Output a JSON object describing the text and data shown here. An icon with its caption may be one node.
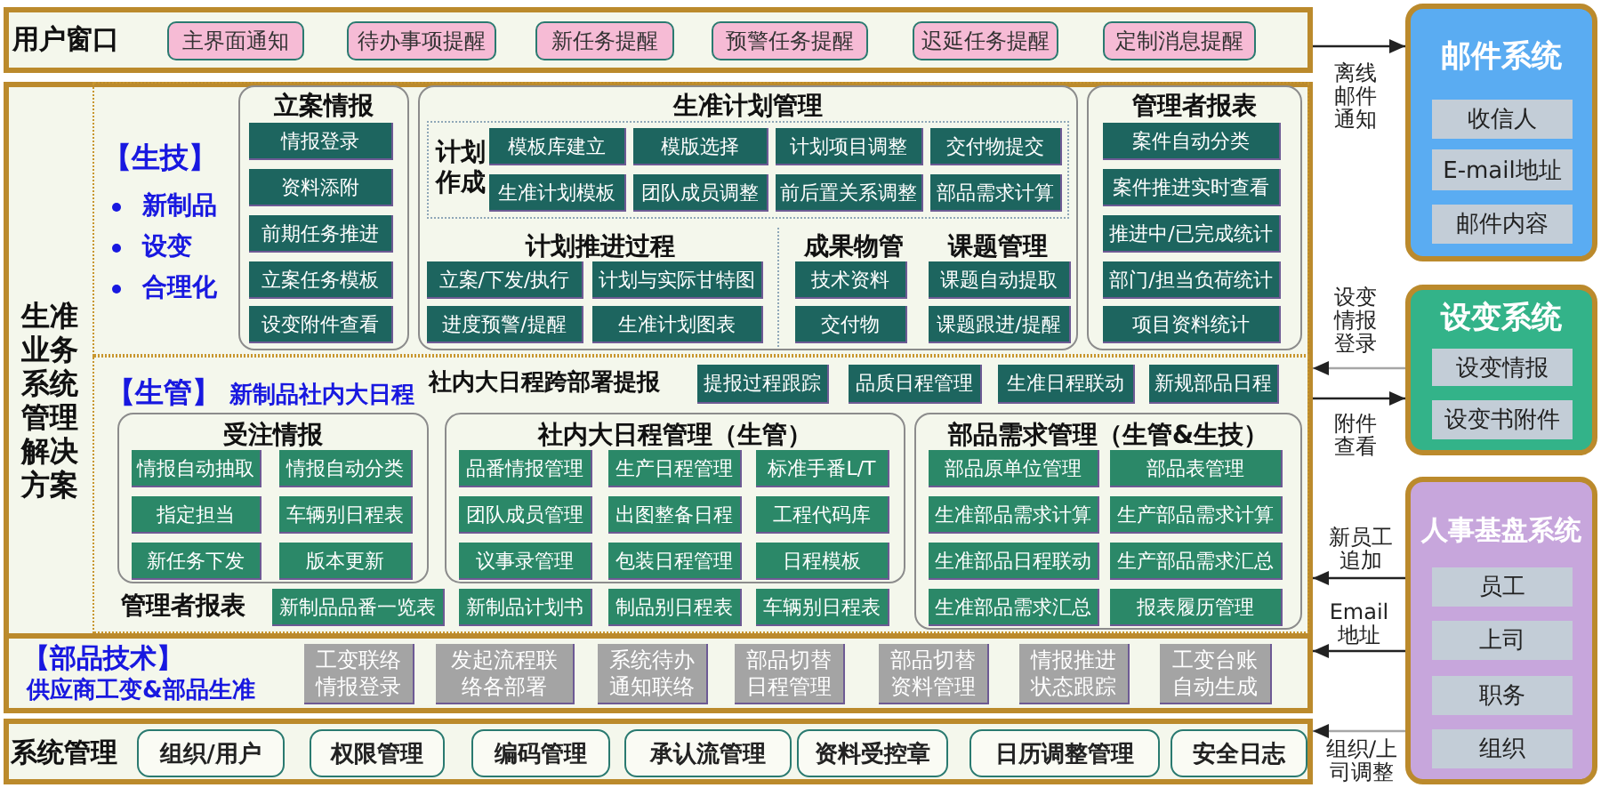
{
  "diagram": {
    "nodes": [
      {
        "text": [
          "用户窗口"
        ]
      },
      {
        "text": [
          "主界面通知"
        ],
        "in": 0
      },
      {
        "text": [
          "待办事项提醒"
        ],
        "in": 0
      },
      {
        "text": [
          "新任务提醒"
        ],
        "in": 0
      },
      {
        "text": [
          "预警任务提醒"
        ],
        "in": 0
      },
      {
        "text": [
          "迟延任务提醒"
        ],
        "in": 0
      },
      {
        "text": [
          "定制消息提醒"
        ],
        "in": 0
      },
      {
        "text": [
          "生准业务系统管理解决方案"
        ]
      },
      {
        "text": [
          "【生技】",
          "新制品",
          "设变",
          "合理化"
        ],
        "in": 7
      },
      {
        "text": [
          "立案情报"
        ],
        "in": 8
      },
      {
        "text": [
          "情报登录"
        ],
        "in": 9
      },
      {
        "text": [
          "资料添附"
        ],
        "in": 9
      },
      {
        "text": [
          "前期任务推进"
        ],
        "in": 9
      },
      {
        "text": [
          "立案任务模板"
        ],
        "in": 9
      },
      {
        "text": [
          "设变附件查看"
        ],
        "in": 9
      },
      {
        "text": [
          "生准计划管理",
          "计划推进过程",
          "成果物管",
          "课题管理"
        ],
        "in": 8
      },
      {
        "text": [
          "计划作成"
        ],
        "in": 15
      },
      {
        "text": [
          "模板库建立"
        ],
        "in": 16
      },
      {
        "text": [
          "模版选择"
        ],
        "in": 16
      },
      {
        "text": [
          "计划项目调整"
        ],
        "in": 16
      },
      {
        "text": [
          "交付物提交"
        ],
        "in": 16
      },
      {
        "text": [
          "生准计划模板"
        ],
        "in": 16
      },
      {
        "text": [
          "团队成员调整"
        ],
        "in": 16
      },
      {
        "text": [
          "前后置关系调整"
        ],
        "in": 16
      },
      {
        "text": [
          "部品需求计算"
        ],
        "in": 16
      },
      {
        "text": [
          "立案/下发/执行"
        ],
        "in": 15
      },
      {
        "text": [
          "计划与实际甘特图"
        ],
        "in": 15
      },
      {
        "text": [
          "进度预警/提醒"
        ],
        "in": 15
      },
      {
        "text": [
          "生准计划图表"
        ],
        "in": 15
      },
      {
        "text": [
          "技术资料"
        ],
        "in": 15
      },
      {
        "text": [
          "交付物"
        ],
        "in": 15
      },
      {
        "text": [
          "课题自动提取"
        ],
        "in": 15
      },
      {
        "text": [
          "课题跟进/提醒"
        ],
        "in": 15
      },
      {
        "text": [
          "管理者报表"
        ],
        "in": 8
      },
      {
        "text": [
          "案件自动分类"
        ],
        "in": 33
      },
      {
        "text": [
          "案件推进实时查看"
        ],
        "in": 33
      },
      {
        "text": [
          "推进中/已完成统计"
        ],
        "in": 33
      },
      {
        "text": [
          "部门/担当负荷统计"
        ],
        "in": 33
      },
      {
        "text": [
          "项目资料统计"
        ],
        "in": 33
      },
      {
        "text": [
          "【生管】",
          "新制品社内大日程",
          "社内大日程跨部署提报",
          "管理者报表"
        ],
        "in": 7
      },
      {
        "text": [
          "提报过程跟踪"
        ],
        "in": 39
      },
      {
        "text": [
          "品质日程管理"
        ],
        "in": 39
      },
      {
        "text": [
          "生准日程联动"
        ],
        "in": 39
      },
      {
        "text": [
          "新规部品日程"
        ],
        "in": 39
      },
      {
        "text": [
          "受注情报"
        ],
        "in": 39
      },
      {
        "text": [
          "情报自动抽取"
        ],
        "in": 44
      },
      {
        "text": [
          "情报自动分类"
        ],
        "in": 44
      },
      {
        "text": [
          "指定担当"
        ],
        "in": 44
      },
      {
        "text": [
          "车辆别日程表"
        ],
        "in": 44
      },
      {
        "text": [
          "新任务下发"
        ],
        "in": 44
      },
      {
        "text": [
          "版本更新"
        ],
        "in": 44
      },
      {
        "text": [
          "社内大日程管理（生管）"
        ],
        "in": 39
      },
      {
        "text": [
          "品番情报管理"
        ],
        "in": 51
      },
      {
        "text": [
          "生产日程管理"
        ],
        "in": 51
      },
      {
        "text": [
          "标准手番L/T"
        ],
        "in": 51
      },
      {
        "text": [
          "团队成员管理"
        ],
        "in": 51
      },
      {
        "text": [
          "出图整备日程"
        ],
        "in": 51
      },
      {
        "text": [
          "工程代码库"
        ],
        "in": 51
      },
      {
        "text": [
          "议事录管理"
        ],
        "in": 51
      },
      {
        "text": [
          "包装日程管理"
        ],
        "in": 51
      },
      {
        "text": [
          "日程模板"
        ],
        "in": 51
      },
      {
        "text": [
          "部品需求管理（生管&生技）"
        ],
        "in": 39
      },
      {
        "text": [
          "部品原单位管理"
        ],
        "in": 61
      },
      {
        "text": [
          "部品表管理"
        ],
        "in": 61
      },
      {
        "text": [
          "生准部品需求计算"
        ],
        "in": 61
      },
      {
        "text": [
          "生产部品需求计算"
        ],
        "in": 61
      },
      {
        "text": [
          "生准部品日程联动"
        ],
        "in": 61
      },
      {
        "text": [
          "生产部品需求汇总"
        ],
        "in": 61
      },
      {
        "text": [
          "生准部品需求汇总"
        ],
        "in": 61
      },
      {
        "text": [
          "报表履历管理"
        ],
        "in": 61
      },
      {
        "text": [
          "新制品品番一览表"
        ],
        "in": 39
      },
      {
        "text": [
          "新制品计划书"
        ],
        "in": 39
      },
      {
        "text": [
          "制品别日程表"
        ],
        "in": 39
      },
      {
        "text": [
          "车辆别日程表"
        ],
        "in": 39
      },
      {
        "text": [
          "【部品技术】",
          "供应商工变&部品生准"
        ],
        "in": 7
      },
      {
        "text": [
          "工变联络情报登录"
        ],
        "in": 74
      },
      {
        "text": [
          "发起流程联络各部署"
        ],
        "in": 74
      },
      {
        "text": [
          "系统待办通知联络"
        ],
        "in": 74
      },
      {
        "text": [
          "部品切替日程管理"
        ],
        "in": 74
      },
      {
        "text": [
          "部品切替资料管理"
        ],
        "in": 74
      },
      {
        "text": [
          "情报推进状态跟踪"
        ],
        "in": 74
      },
      {
        "text": [
          "工变台账自动生成"
        ],
        "in": 74
      },
      {
        "text": [
          "系统管理"
        ]
      },
      {
        "text": [
          "组织/用户"
        ],
        "in": 82
      },
      {
        "text": [
          "权限管理"
        ],
        "in": 82
      },
      {
        "text": [
          "编码管理"
        ],
        "in": 82
      },
      {
        "text": [
          "承认流管理"
        ],
        "in": 82
      },
      {
        "text": [
          "资料受控章"
        ],
        "in": 82
      },
      {
        "text": [
          "日历调整管理"
        ],
        "in": 82
      },
      {
        "text": [
          "安全日志"
        ],
        "in": 82
      },
      {
        "text": [
          "邮件系统"
        ]
      },
      {
        "text": [
          "收信人"
        ],
        "in": 90
      },
      {
        "text": [
          "E-mail地址"
        ],
        "in": 90
      },
      {
        "text": [
          "邮件内容"
        ],
        "in": 90
      },
      {
        "text": [
          "设变系统"
        ]
      },
      {
        "text": [
          "设变情报"
        ],
        "in": 94
      },
      {
        "text": [
          "设变书附件"
        ],
        "in": 94
      },
      {
        "text": [
          "人事基盘系统"
        ]
      },
      {
        "text": [
          "员工"
        ],
        "in": 97
      },
      {
        "text": [
          "上司"
        ],
        "in": 97
      },
      {
        "text": [
          "职务"
        ],
        "in": 97
      },
      {
        "text": [
          "组织"
        ],
        "in": 97
      }
    ],
    "edges": [
      {
        "from": 0,
        "to": 90,
        "arrow": "to",
        "label": "离线邮件通知"
      },
      {
        "from": 94,
        "to": 7,
        "arrow": "to",
        "label": "设变情报登录",
        "color": "#a6a6a6"
      },
      {
        "from": 7,
        "to": 94,
        "arrow": "to",
        "label": "附件查看"
      },
      {
        "from": 97,
        "to": 7,
        "arrow": "to",
        "label": "新员工追加"
      },
      {
        "from": 97,
        "to": 7,
        "arrow": "to",
        "label": "Email地址"
      },
      {
        "from": 97,
        "to": 82,
        "arrow": "to",
        "label": "组织/上司调整",
        "color": "#a6a6a6"
      }
    ]
  }
}
